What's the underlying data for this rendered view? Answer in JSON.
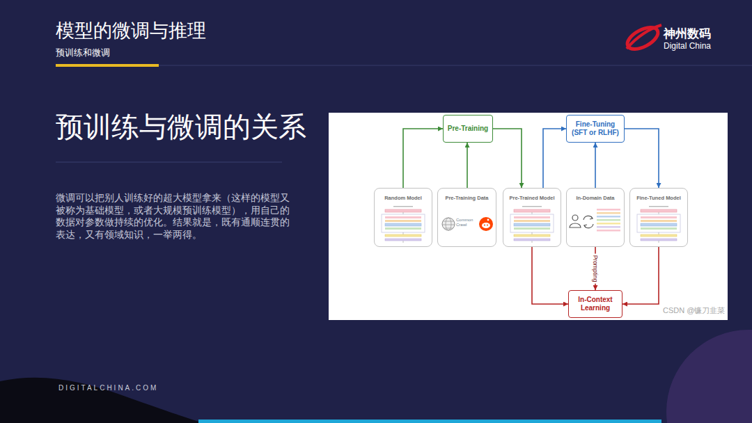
{
  "diagram": {
    "title": "预训练与微调的关系",
    "nodes": [
      {
        "text": [
          "Pre-Training"
        ]
      },
      {
        "text": [
          "Fine-Tuning (SFT or RLHF)"
        ]
      },
      {
        "text": [
          "Random Model"
        ]
      },
      {
        "text": [
          "Pre-Training Data"
        ]
      },
      {
        "text": [
          "Pre-Trained Model"
        ]
      },
      {
        "text": [
          "In-Domain Data"
        ]
      },
      {
        "text": [
          "Fine-Tuned Model"
        ]
      },
      {
        "text": [
          "In-Context Learning"
        ]
      }
    ],
    "edges": [
      {
        "from": 2,
        "to": 0,
        "arrow": "to"
      },
      {
        "from": 3,
        "to": 0,
        "arrow": "to"
      },
      {
        "from": 0,
        "to": 4,
        "arrow": "to"
      },
      {
        "from": 4,
        "to": 1,
        "arrow": "to"
      },
      {
        "from": 5,
        "to": 1,
        "arrow": "to"
      },
      {
        "from": 1,
        "to": 6,
        "arrow": "to"
      },
      {
        "from": 4,
        "to": 7,
        "arrow": "to"
      },
      {
        "from": 5,
        "to": 7,
        "label": "Prompting",
        "arrow": "to"
      },
      {
        "from": 6,
        "to": 7,
        "arrow": "to"
      }
    ],
    "labels": [
      "模型的微调与推理",
      "预训练和微调",
      "微调可以把别人训练好的超大模型拿来（这样的模型又被称为基础模型，或者大规模预训练模型），用自己的数据对参数做持续的优化。结果就是，既有通顺连贯的表达，又有领域知识，一举两得。",
      "神州数码",
      "Digital China",
      "DIGITALCHINA.COM",
      "Common Crawl",
      "CSDN @镰刀韭菜"
    ]
  }
}
